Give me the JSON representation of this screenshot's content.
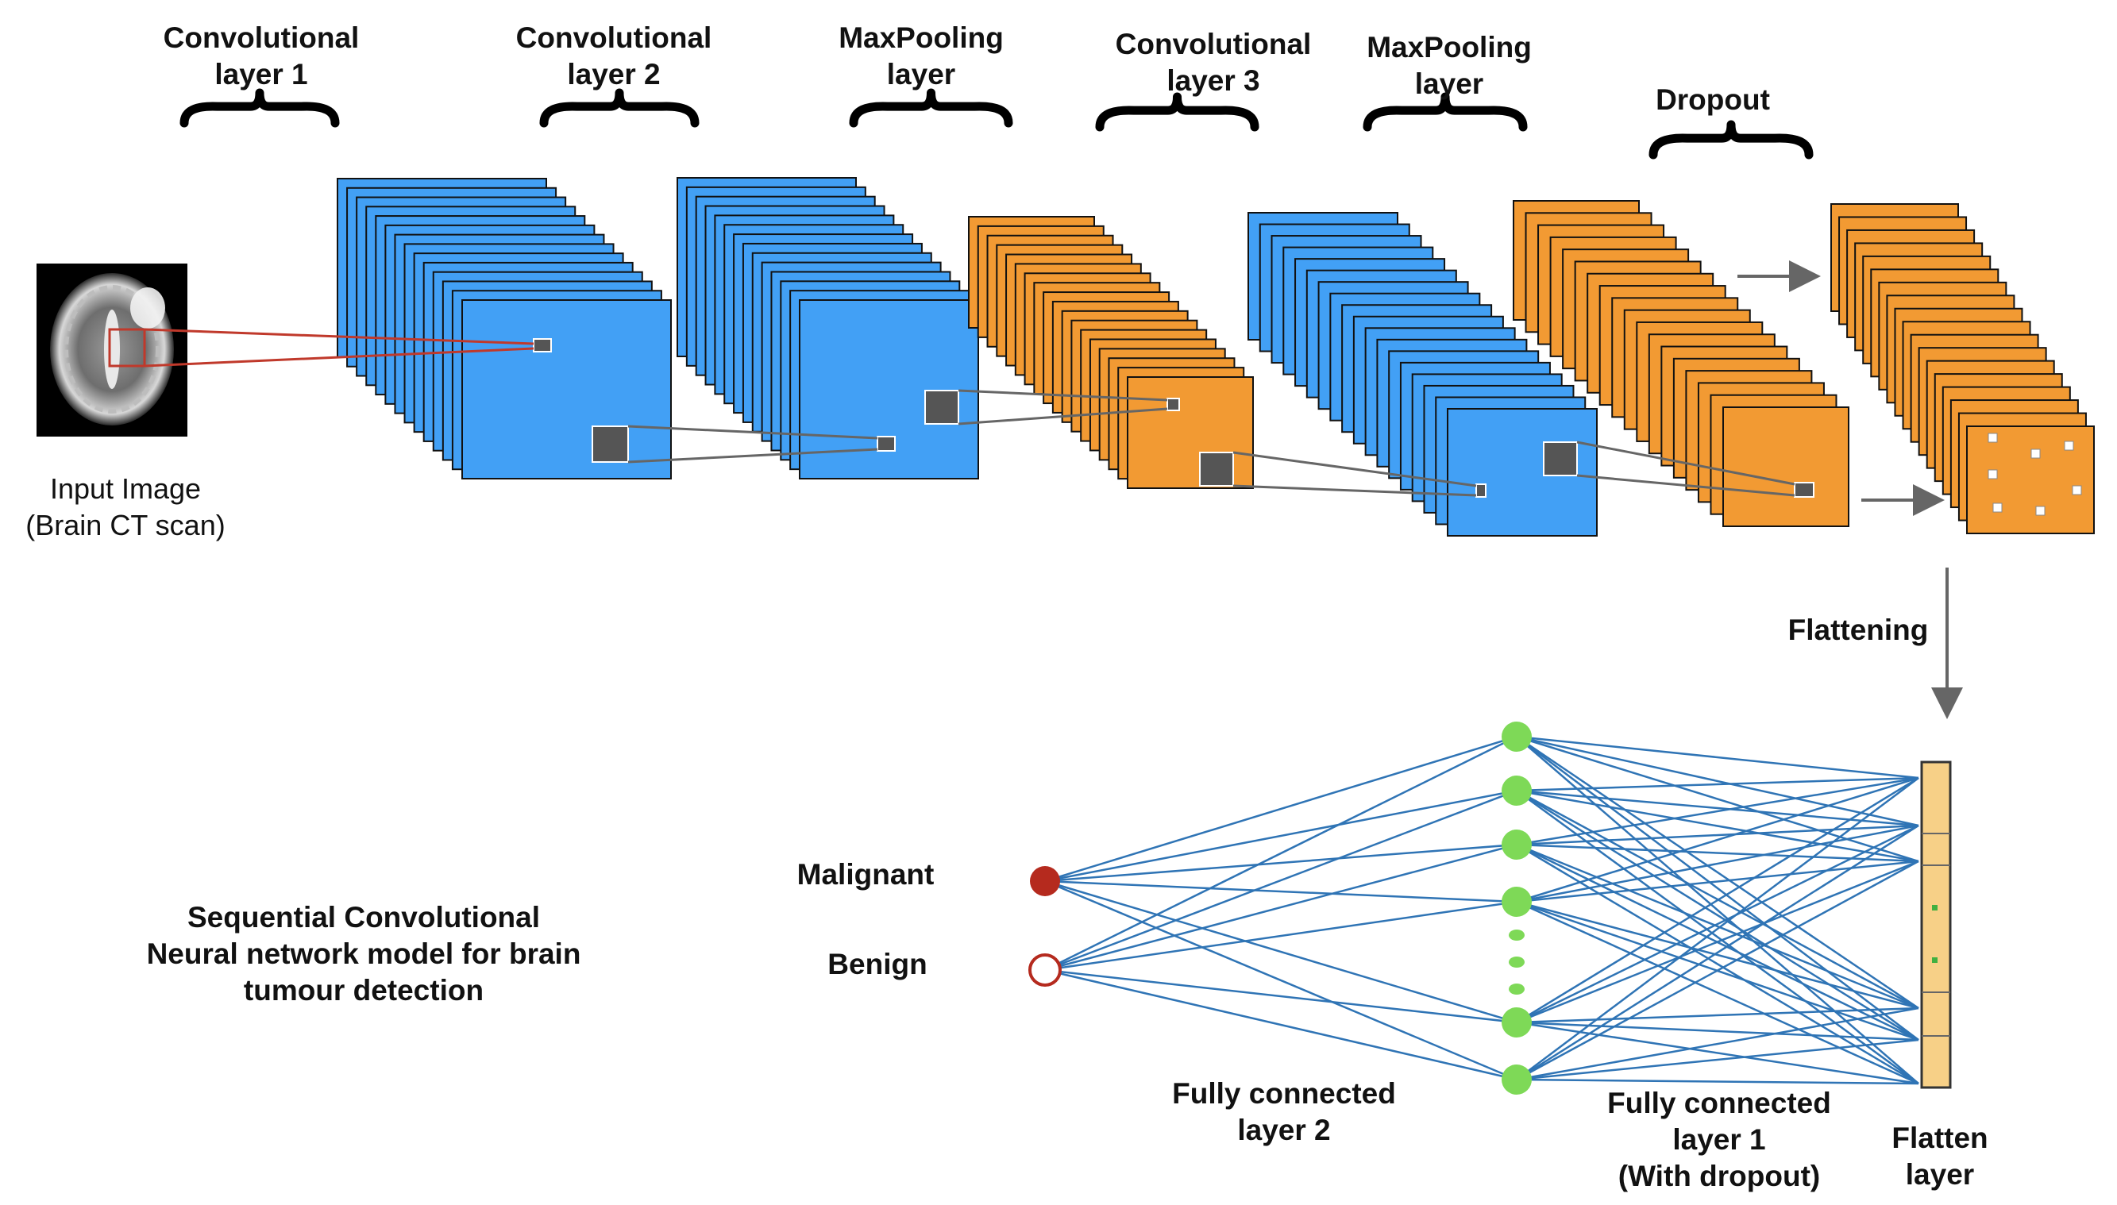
{
  "labels": {
    "conv1": [
      "Convolutional",
      "layer 1"
    ],
    "conv2": [
      "Convolutional",
      "layer 2"
    ],
    "maxpool1": [
      "MaxPooling",
      "layer"
    ],
    "conv3": [
      "Convolutional",
      "layer 3"
    ],
    "maxpool2": [
      "MaxPooling",
      "layer"
    ],
    "dropout": [
      "Dropout"
    ],
    "input": [
      "Input Image",
      "(Brain CT scan)"
    ],
    "flattening": [
      "Flattening"
    ],
    "malignant": [
      "Malignant"
    ],
    "benign": [
      "Benign"
    ],
    "caption": [
      "Sequential Convolutional",
      "Neural network model for brain",
      "tumour detection"
    ],
    "fc2": [
      "Fully connected",
      "layer 2"
    ],
    "fc1": [
      "Fully connected",
      "layer 1",
      "(With dropout)"
    ],
    "flatten": [
      "Flatten",
      "layer"
    ]
  },
  "colors": {
    "blue_map": "#42A0F5",
    "orange_map": "#F29A33",
    "kernel": "#555555",
    "edge": "#2F74B5",
    "neuron": "#7ED957",
    "malignant": "#B52A1E",
    "benign_outline": "#B52A1E",
    "flatten_fill": "#F7D087",
    "input_box": "#C0392B",
    "arrow": "#666666"
  },
  "icons": {
    "input": "brain-scan-icon",
    "braces": "curly-brace-icon",
    "arrows": "arrow-icon"
  }
}
